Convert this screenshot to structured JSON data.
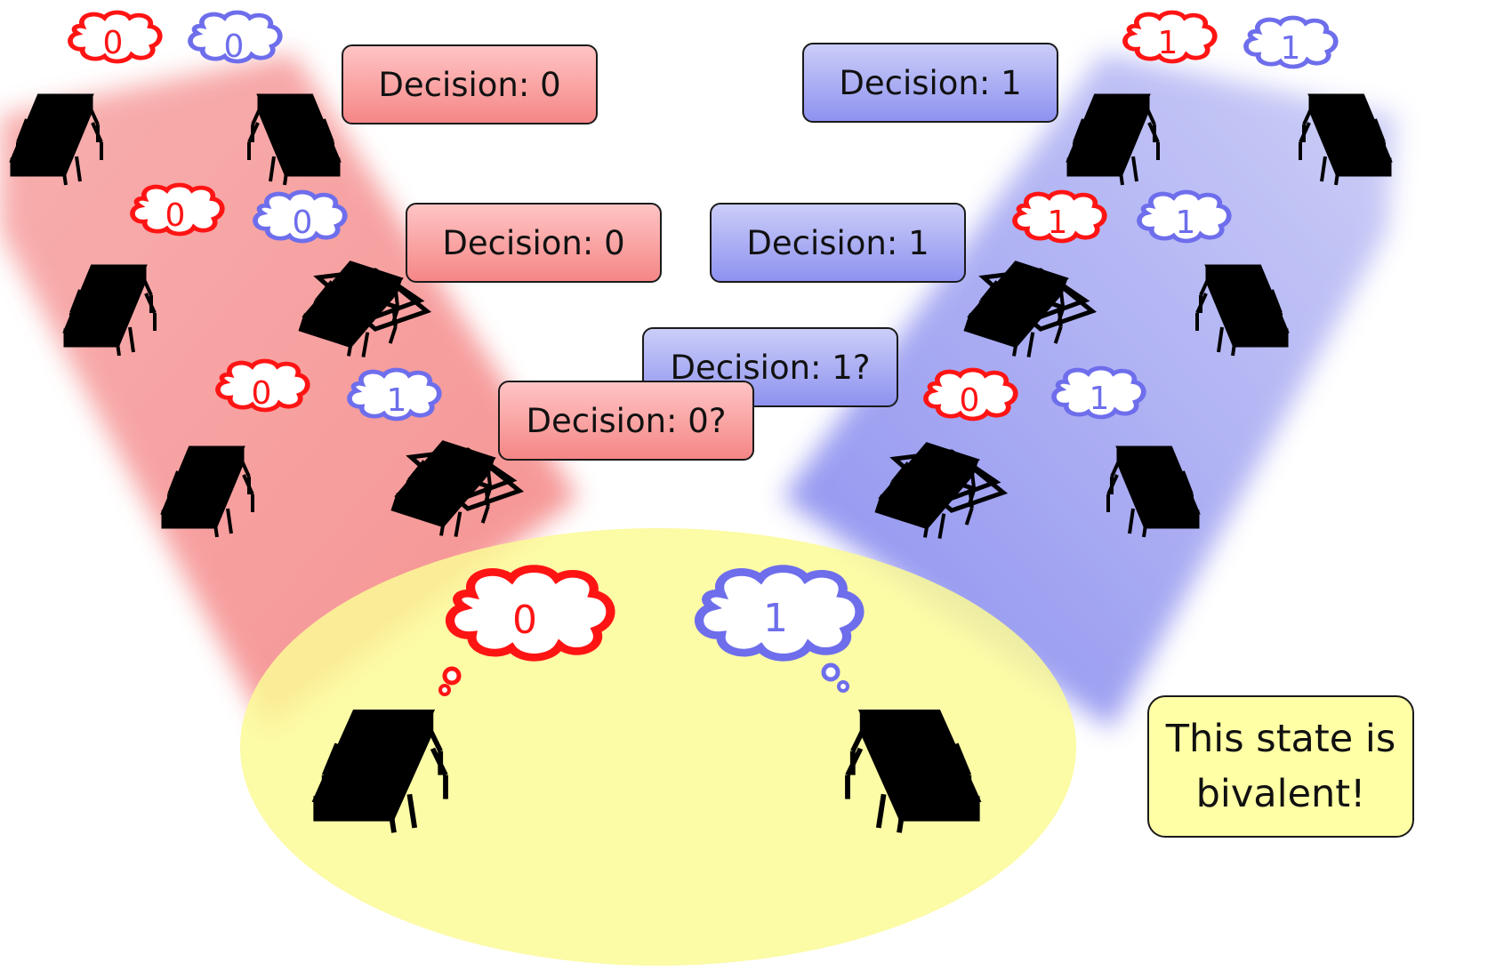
{
  "colors": {
    "red": "#ff1414",
    "blue": "#6e6eec",
    "red_fill": "#ff1c1c",
    "blue_fill": "#6d6dd9",
    "red_region": "#f58686",
    "blue_region": "#8a8cf0",
    "yellow_region": "#fcfa96"
  },
  "labels": {
    "decision_0_top": "Decision: 0",
    "decision_1_top": "Decision: 1",
    "decision_0_mid": "Decision: 0",
    "decision_1_mid": "Decision: 1",
    "decision_1_q": "Decision: 1?",
    "decision_0_q": "Decision: 0?",
    "bivalent_line1": "This state is",
    "bivalent_line2": "bivalent!"
  },
  "clouds": {
    "l1_red": "0",
    "l1_blue": "0",
    "l2_red": "0",
    "l2_blue": "0",
    "l3_red": "0",
    "l3_blue": "1",
    "r1_red": "1",
    "r1_blue": "1",
    "r2_red": "1",
    "r2_blue": "1",
    "r3_red": "0",
    "r3_blue": "1",
    "center_red": "0",
    "center_blue": "1"
  },
  "icons": {
    "process_chip": "chip-icon",
    "crashed_chip": "crashed-chip-icon",
    "thought_cloud": "thought-cloud-icon"
  }
}
